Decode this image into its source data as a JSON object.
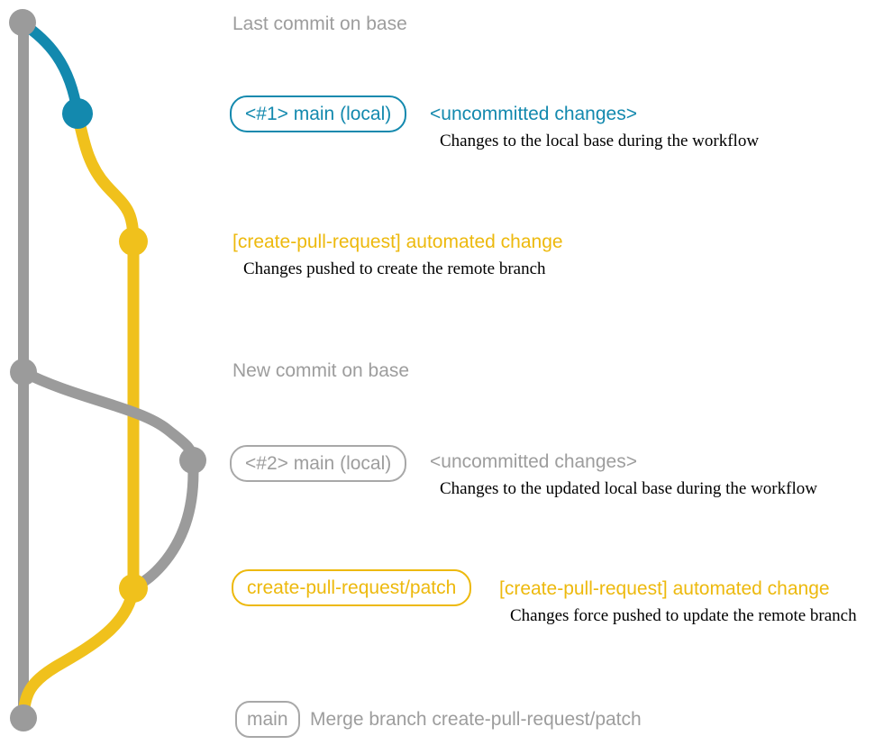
{
  "colors": {
    "gray": "#9b9b9b",
    "gray_text": "#9d9d9d",
    "blue": "#1389ae",
    "yellow": "#f0c11c",
    "yellow_text": "#edb90d",
    "description_text": "#000000"
  },
  "graph": {
    "branches": [
      {
        "name": "base",
        "color": "#9b9b9b"
      },
      {
        "name": "main (local)",
        "color": "#1389ae"
      },
      {
        "name": "create-pull-request/patch",
        "color": "#f0c11c"
      }
    ],
    "nodes": [
      {
        "id": "last-commit-on-base",
        "color": "#9b9b9b"
      },
      {
        "id": "local-main-commit-1",
        "color": "#1389ae"
      },
      {
        "id": "automated-change-commit-1",
        "color": "#f0c11c"
      },
      {
        "id": "new-commit-on-base",
        "color": "#9b9b9b"
      },
      {
        "id": "local-main-commit-2",
        "color": "#9b9b9b"
      },
      {
        "id": "automated-change-commit-2",
        "color": "#f0c11c"
      },
      {
        "id": "merge-commit",
        "color": "#9b9b9b"
      }
    ]
  },
  "annotations": {
    "last_commit_title": "Last commit on base",
    "branch1_tag": "<#1> main (local)",
    "branch1_status": "<uncommitted changes>",
    "branch1_desc": "Changes to the local base during the workflow",
    "commit1_msg": "[create-pull-request] automated change",
    "commit1_desc": "Changes pushed to create the remote branch",
    "new_commit_title": "New commit on base",
    "branch2_tag": "<#2> main (local)",
    "branch2_status": "<uncommitted changes>",
    "branch2_desc": "Changes to the updated local base during the workflow",
    "patch_branch_tag": "create-pull-request/patch",
    "commit2_msg": "[create-pull-request] automated change",
    "commit2_desc": "Changes force pushed to update the remote branch",
    "main_tag": "main",
    "merge_msg": "Merge branch create-pull-request/patch"
  }
}
